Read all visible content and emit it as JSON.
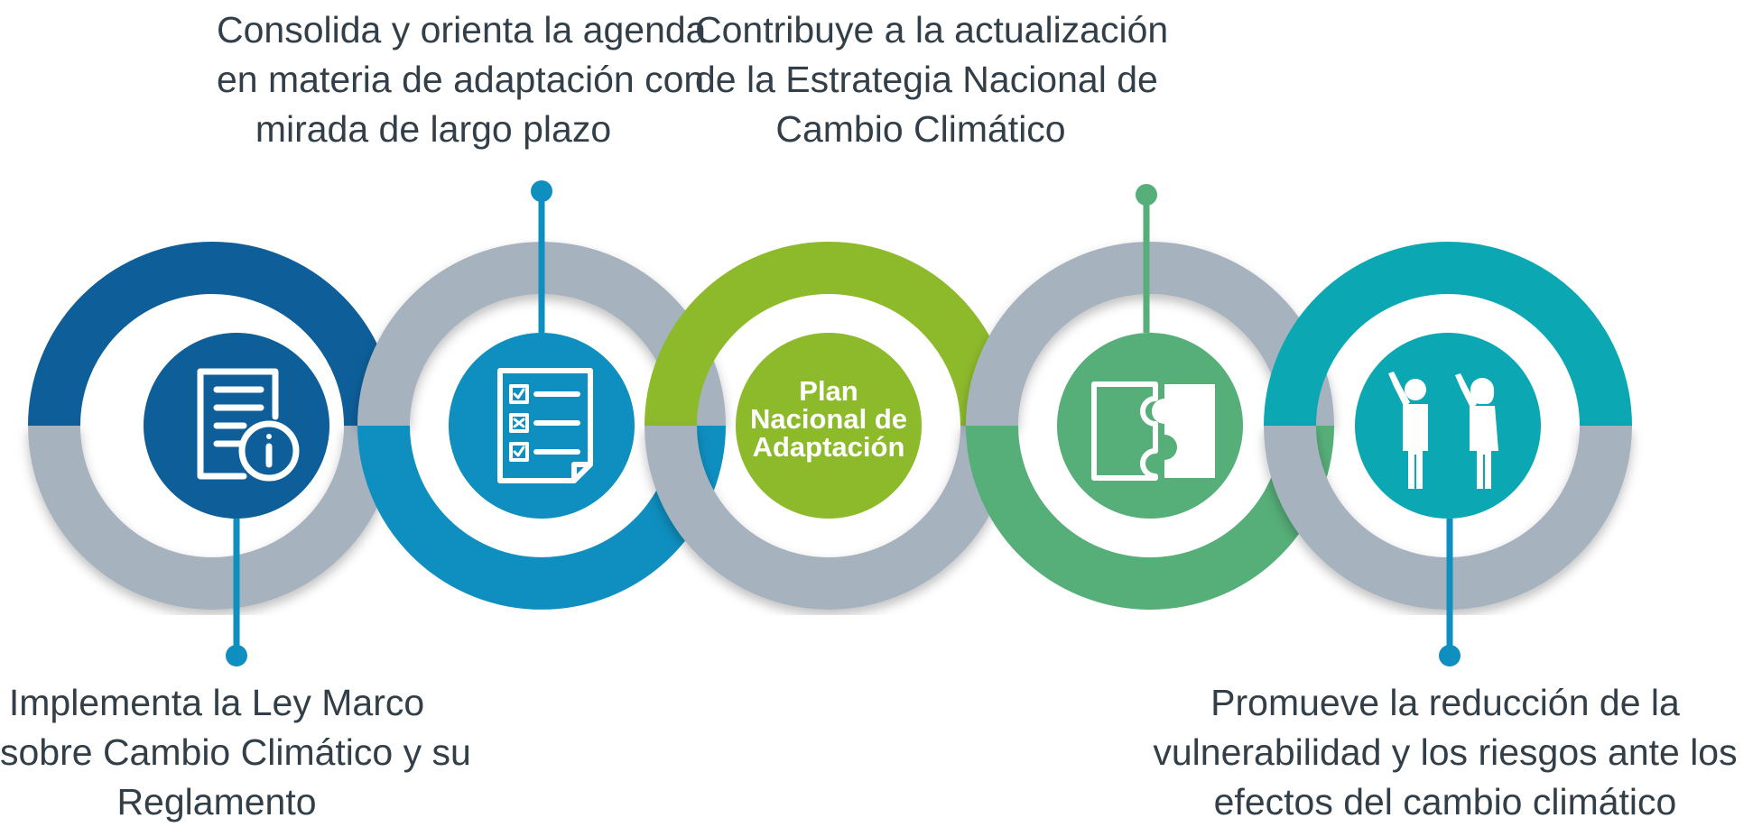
{
  "center": {
    "line1": "Plan",
    "line2": "Nacional de",
    "line3": "Adaptación"
  },
  "captions": {
    "top_left": [
      "Consolida y orienta la agenda",
      "en materia de adaptación con",
      "mirada de largo plazo"
    ],
    "top_right": [
      "Contribuye a la actualización",
      "de la Estrategia Nacional de",
      "Cambio Climático"
    ],
    "bottom_left": [
      "Implementa la Ley Marco",
      "sobre Cambio Climático y su",
      "Reglamento"
    ],
    "bottom_right": [
      "Promueve la reducción de la",
      "vulnerabilidad y los riesgos ante los",
      "efectos del cambio climático"
    ]
  },
  "icons": [
    "document-info-icon",
    "checklist-icon",
    "puzzle-icon",
    "people-icon"
  ],
  "colors": {
    "navy": "#0d5e99",
    "blue": "#0e8fc0",
    "green": "#8dba2b",
    "sage": "#56ae78",
    "teal": "#0ba8b4",
    "gray": "#a7b2bf",
    "text": "#333f48"
  }
}
